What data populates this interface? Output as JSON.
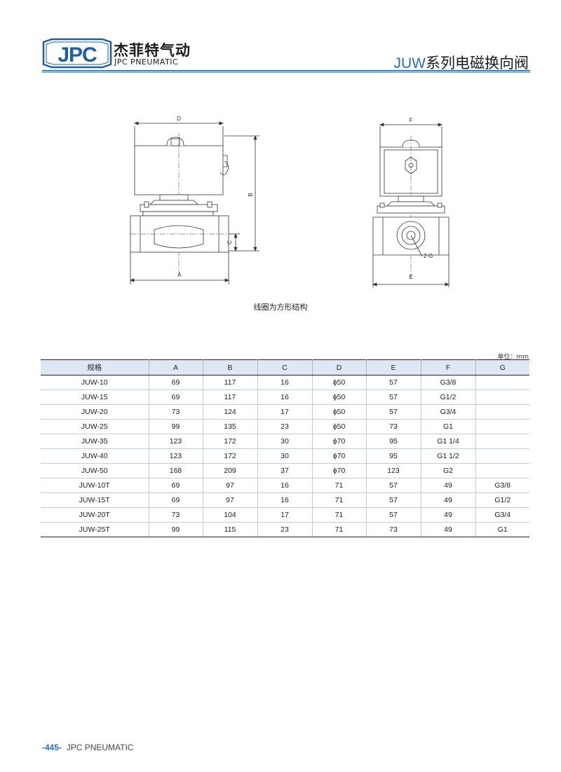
{
  "header": {
    "logo_letters": "JPC",
    "brand_cn": "杰菲特气动",
    "brand_en": "JPC PNEUMATIC",
    "series_model": "JUW",
    "series_name": "系列电磁换向阀",
    "colors": {
      "brand_blue": "#2a6db3",
      "rule_blue": "#7ab3dc",
      "header_fill": "#dde8f4"
    }
  },
  "drawing": {
    "dim_labels": {
      "A": "A",
      "B": "B",
      "C": "C",
      "D": "D",
      "E": "E",
      "F": "F",
      "G": "2-G"
    },
    "caption": "线圈为方形结构"
  },
  "table": {
    "unit": "单位：mm",
    "headers": [
      "规格",
      "A",
      "B",
      "C",
      "D",
      "E",
      "F",
      "G"
    ],
    "rows": [
      [
        "JUW-10",
        "69",
        "117",
        "16",
        "ϕ50",
        "57",
        "G3/8",
        ""
      ],
      [
        "JUW-15",
        "69",
        "117",
        "16",
        "ϕ50",
        "57",
        "G1/2",
        ""
      ],
      [
        "JUW-20",
        "73",
        "124",
        "17",
        "ϕ50",
        "57",
        "G3/4",
        ""
      ],
      [
        "JUW-25",
        "99",
        "135",
        "23",
        "ϕ50",
        "73",
        "G1",
        ""
      ],
      [
        "JUW-35",
        "123",
        "172",
        "30",
        "ϕ70",
        "95",
        "G1 1/4",
        ""
      ],
      [
        "JUW-40",
        "123",
        "172",
        "30",
        "ϕ70",
        "95",
        "G1 1/2",
        ""
      ],
      [
        "JUW-50",
        "168",
        "209",
        "37",
        "ϕ70",
        "123",
        "G2",
        ""
      ],
      [
        "JUW-10T",
        "69",
        "97",
        "16",
        "71",
        "57",
        "49",
        "G3/8"
      ],
      [
        "JUW-15T",
        "69",
        "97",
        "16",
        "71",
        "57",
        "49",
        "G1/2"
      ],
      [
        "JUW-20T",
        "73",
        "104",
        "17",
        "71",
        "57",
        "49",
        "G3/4"
      ],
      [
        "JUW-25T",
        "99",
        "115",
        "23",
        "71",
        "73",
        "49",
        "G1"
      ]
    ]
  },
  "footer": {
    "page": "-445-",
    "brand": "JPC PNEUMATIC"
  }
}
